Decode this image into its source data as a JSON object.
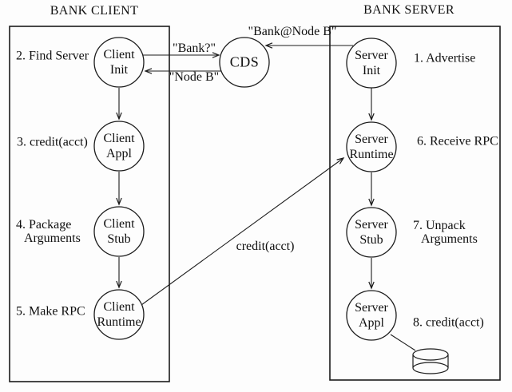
{
  "titles": {
    "client": "BANK CLIENT",
    "server": "BANK SERVER"
  },
  "nodes": {
    "client_init": {
      "line1": "Client",
      "line2": "Init"
    },
    "client_appl": {
      "line1": "Client",
      "line2": "Appl"
    },
    "client_stub": {
      "line1": "Client",
      "line2": "Stub"
    },
    "client_runtime": {
      "line1": "Client",
      "line2": "Runtime"
    },
    "cds": {
      "label": "CDS"
    },
    "server_init": {
      "line1": "Server",
      "line2": "Init"
    },
    "server_runtime": {
      "line1": "Server",
      "line2": "Runtime"
    },
    "server_stub": {
      "line1": "Server",
      "line2": "Stub"
    },
    "server_appl": {
      "line1": "Server",
      "line2": "Appl"
    }
  },
  "steps": {
    "s1": "1. Advertise",
    "s2": "2. Find Server",
    "s3": "3. credit(acct)",
    "s4_line1": "4. Package",
    "s4_line2": "Arguments",
    "s5": "5. Make RPC",
    "s6": "6. Receive RPC",
    "s7_line1": "7. Unpack",
    "s7_line2": "Arguments",
    "s8": "8. credit(acct)"
  },
  "messages": {
    "bank_query": "\"Bank?\"",
    "node_b_reply": "\"Node B\"",
    "advertise": "\"Bank@Node B\"",
    "rpc_call": "credit(acct)"
  },
  "icons": {
    "database": "database-cylinder-icon"
  },
  "colors": {
    "stroke": "#1c1c1c",
    "background": "#fdfdfd"
  }
}
